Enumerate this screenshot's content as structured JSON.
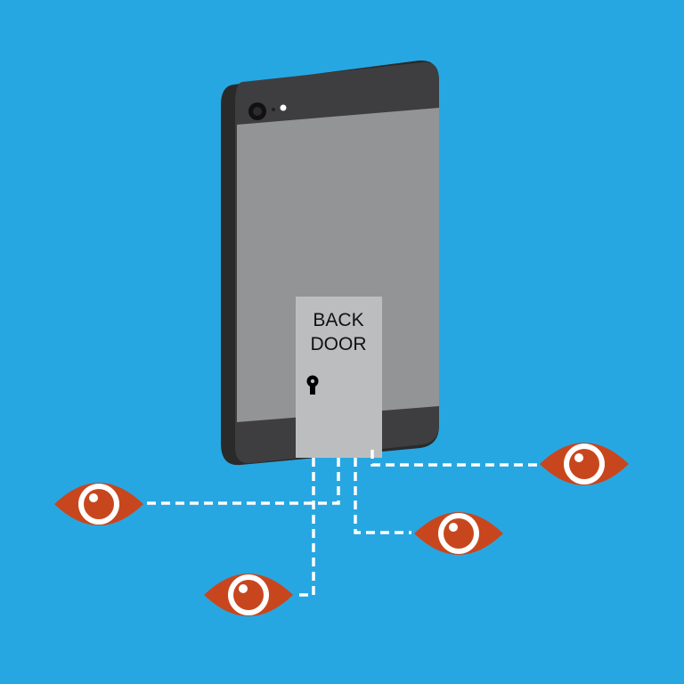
{
  "door": {
    "line1": "BACK",
    "line2": "DOOR"
  },
  "colors": {
    "background": "#27a7e1",
    "phone_body": "#3a3a3c",
    "phone_screen": "#939495",
    "door": "#bcbdbf",
    "eye": "#c8461e",
    "connector": "#ffffff"
  },
  "icons": [
    "phone-illustration",
    "keyhole-icon",
    "eye-icon"
  ]
}
